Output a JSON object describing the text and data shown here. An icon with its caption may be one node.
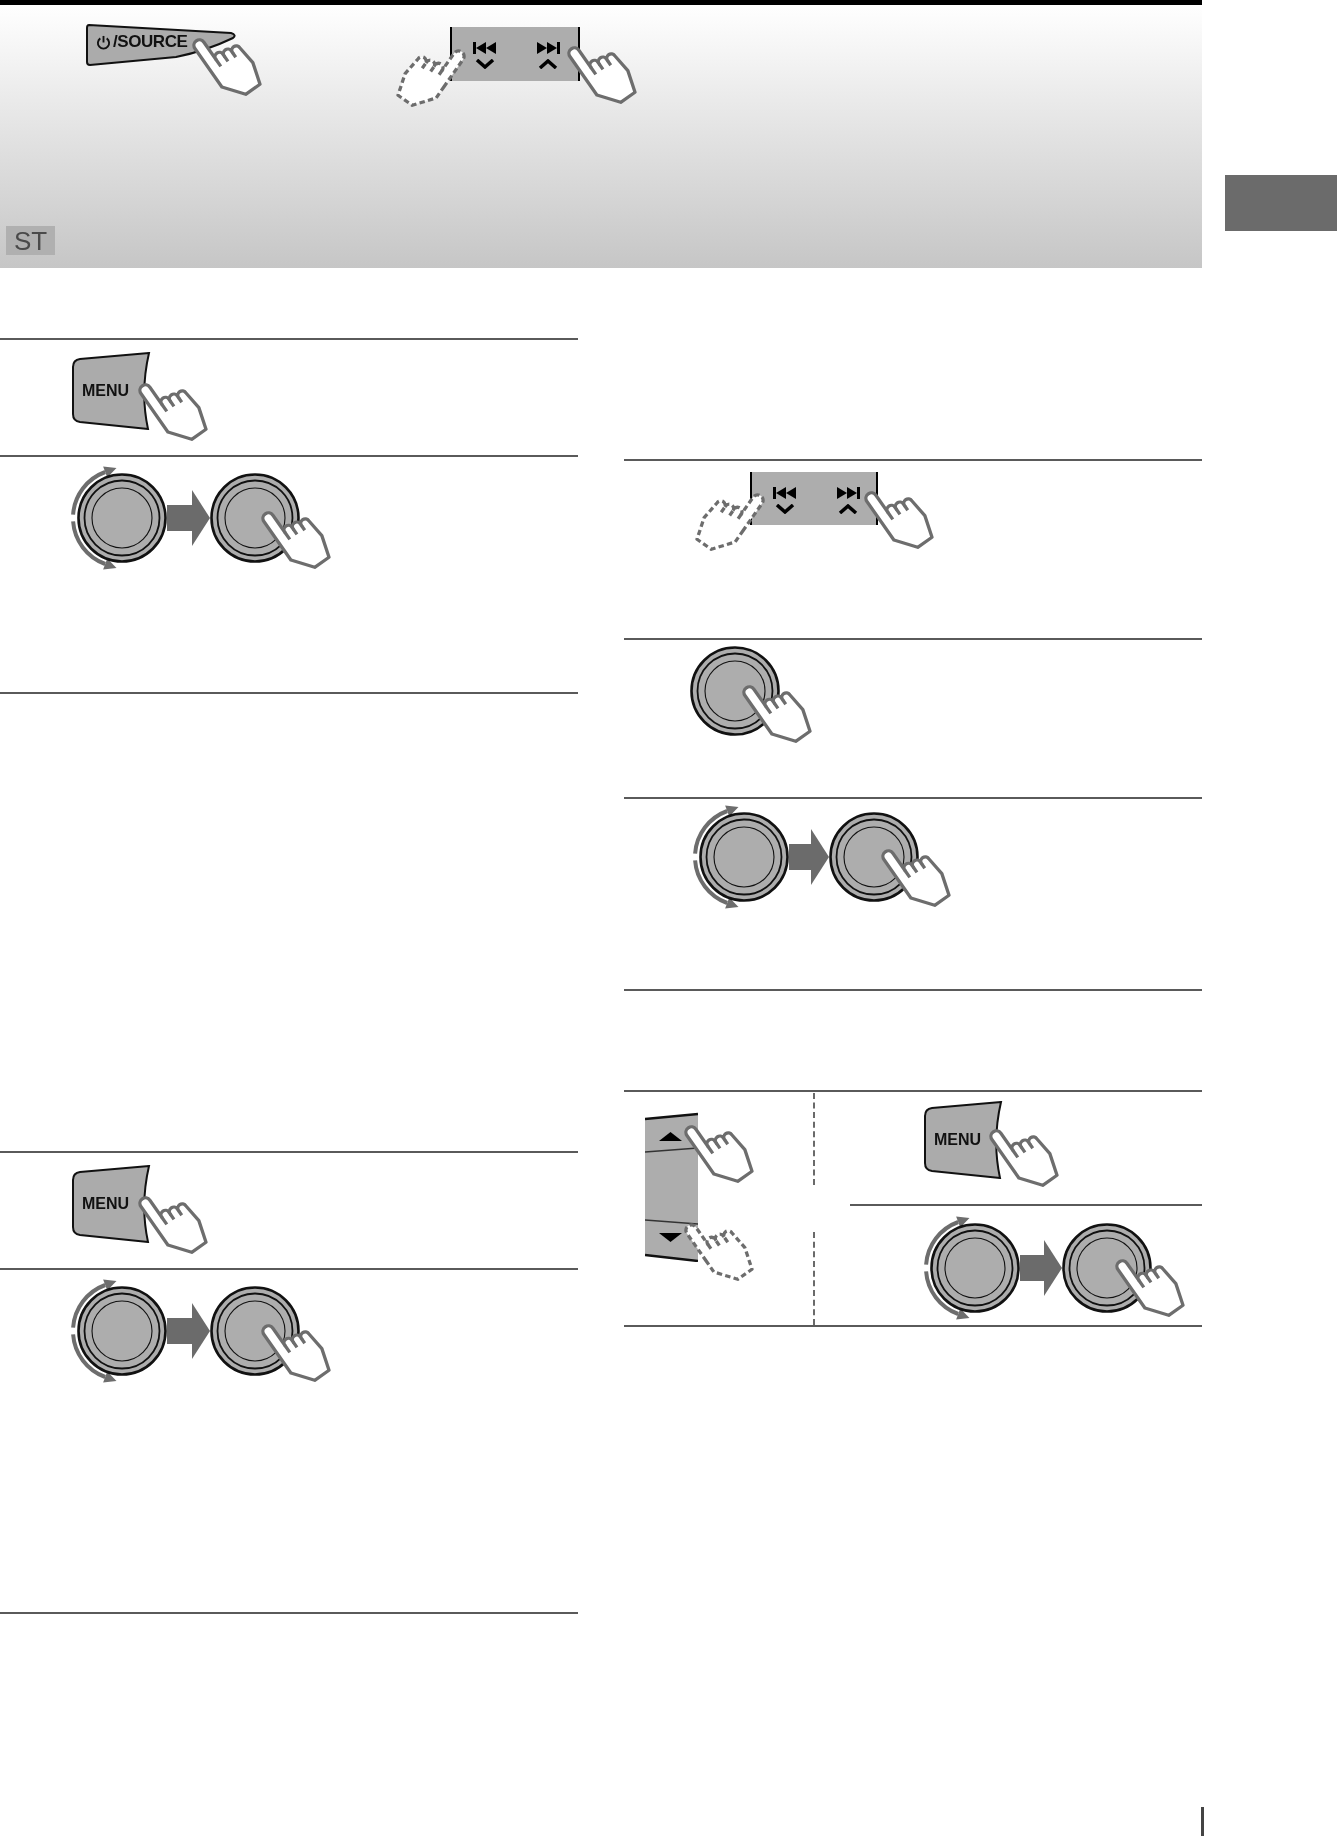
{
  "diagram": {
    "nodes": [
      {
        "text": [
          "/SOURCE"
        ]
      },
      {
        "text": [],
        "shape": "box"
      },
      {
        "text": [
          "ST"
        ]
      },
      {
        "text": [
          "MENU"
        ]
      },
      {
        "text": [],
        "shape": "circle"
      },
      {
        "text": [],
        "shape": "circle"
      },
      {
        "text": [
          "MENU"
        ]
      },
      {
        "text": [],
        "shape": "circle"
      },
      {
        "text": [],
        "shape": "circle"
      },
      {
        "text": [],
        "shape": "circle"
      },
      {
        "text": [],
        "shape": "circle"
      },
      {
        "text": [],
        "shape": "circle"
      },
      {
        "text": [
          "MENU"
        ]
      },
      {
        "text": [],
        "shape": "circle"
      },
      {
        "text": [],
        "shape": "circle"
      }
    ],
    "edges": [
      {
        "from": 4,
        "to": 5,
        "arrow": "to"
      },
      {
        "from": 7,
        "to": 8,
        "arrow": "to"
      },
      {
        "from": 10,
        "to": 11,
        "arrow": "to"
      },
      {
        "from": 13,
        "to": 14,
        "arrow": "to"
      }
    ]
  }
}
